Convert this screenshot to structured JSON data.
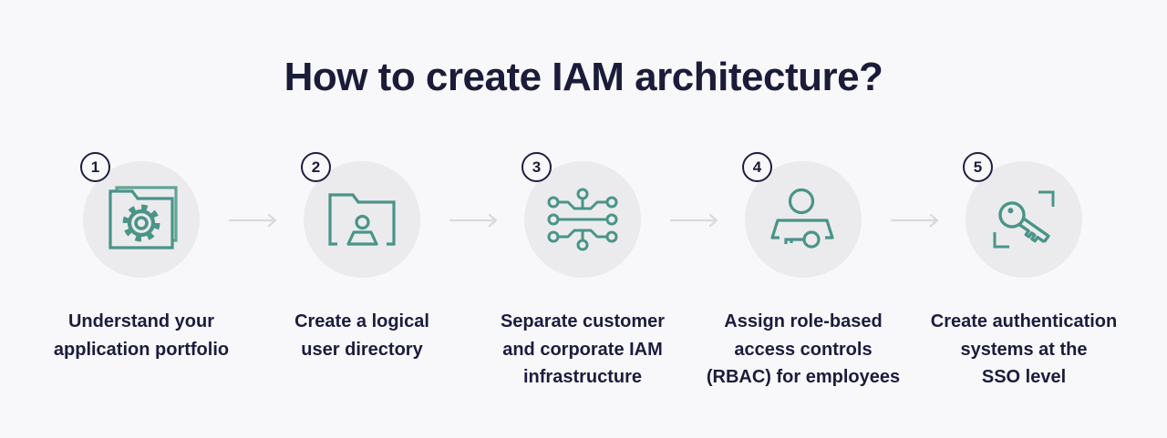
{
  "title": "How to create IAM architecture?",
  "colors": {
    "background": "#f8f8fb",
    "title_text": "#1b1b3a",
    "step_text": "#1c1c3e",
    "badge_border": "#1e1e3f",
    "icon_accent_teal": "#4a9488",
    "icon_accent_teal_light": "#5fa396",
    "circle_background": "#ebebee",
    "arrow_gray": "#d9d9de"
  },
  "arrow_icon": "arrow-right-icon",
  "steps": [
    {
      "number": "1",
      "icon": "folder-gear-icon",
      "lines": [
        "Understand your",
        "application portfolio"
      ]
    },
    {
      "number": "2",
      "icon": "folder-user-icon",
      "lines": [
        "Create a logical",
        "user directory"
      ]
    },
    {
      "number": "3",
      "icon": "circuit-nodes-icon",
      "lines": [
        "Separate customer",
        "and corporate IAM",
        "infrastructure"
      ]
    },
    {
      "number": "4",
      "icon": "user-key-icon",
      "lines": [
        "Assign role-based",
        "access controls",
        "(RBAC) for employees"
      ]
    },
    {
      "number": "5",
      "icon": "key-scan-icon",
      "lines": [
        "Create authentication",
        "systems at the",
        "SSO level"
      ]
    }
  ]
}
